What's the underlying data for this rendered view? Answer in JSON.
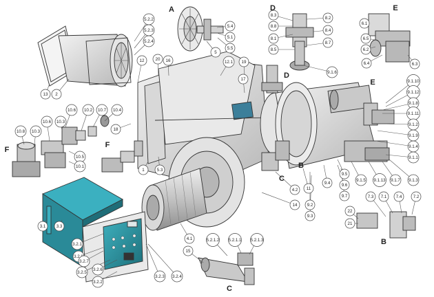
{
  "callouts": [
    {
      "id": "c-13",
      "text": "13"
    },
    {
      "id": "c-2",
      "text": "2"
    },
    {
      "id": "c-5.2.2",
      "text": "5.2.2"
    },
    {
      "id": "c-5.2.3",
      "text": "5.2.3"
    },
    {
      "id": "c-5.2.4",
      "text": "5.2.4"
    },
    {
      "id": "c-12",
      "text": "12"
    },
    {
      "id": "c-20",
      "text": "20"
    },
    {
      "id": "c-16",
      "text": "16"
    },
    {
      "id": "c-5.4",
      "text": "5.4"
    },
    {
      "id": "c-5.1",
      "text": "5.1"
    },
    {
      "id": "c-5.5",
      "text": "5.5"
    },
    {
      "id": "c-5",
      "text": "5"
    },
    {
      "id": "c-12.1",
      "text": "12.1"
    },
    {
      "id": "c-19",
      "text": "19"
    },
    {
      "id": "c-17",
      "text": "17"
    },
    {
      "id": "c-8.3",
      "text": "8.3"
    },
    {
      "id": "c-8.8",
      "text": "8.8"
    },
    {
      "id": "c-8.1",
      "text": "8.1"
    },
    {
      "id": "c-8.5",
      "text": "8.5"
    },
    {
      "id": "c-8.2",
      "text": "8.2"
    },
    {
      "id": "c-8.4",
      "text": "8.4"
    },
    {
      "id": "c-8.7",
      "text": "8.7"
    },
    {
      "id": "c-9.1.6",
      "text": "9.1.6"
    },
    {
      "id": "c-6.1",
      "text": "6.1"
    },
    {
      "id": "c-6.5",
      "text": "6.5"
    },
    {
      "id": "c-6.2",
      "text": "6.2"
    },
    {
      "id": "c-6.4",
      "text": "6.4"
    },
    {
      "id": "c-6.3",
      "text": "6.3"
    },
    {
      "id": "c-9.1.10",
      "text": "9.1.10"
    },
    {
      "id": "c-9.1.12",
      "text": "9.1.12"
    },
    {
      "id": "c-9.1.8",
      "text": "9.1.8"
    },
    {
      "id": "c-9.1.11",
      "text": "9.1.11"
    },
    {
      "id": "c-9.1.2",
      "text": "9.1.2"
    },
    {
      "id": "c-9.1.9",
      "text": "9.1.9"
    },
    {
      "id": "c-9.1.4",
      "text": "9.1.4"
    },
    {
      "id": "c-9.1.1",
      "text": "9.1.1"
    },
    {
      "id": "c-9.1.3",
      "text": "9.1.3"
    },
    {
      "id": "c-9.1.7",
      "text": "9.1.7"
    },
    {
      "id": "c-9.1.13",
      "text": "9.1.13"
    },
    {
      "id": "c-9.1.5",
      "text": "9.1.5"
    },
    {
      "id": "c-9.5",
      "text": "9.5"
    },
    {
      "id": "c-9.6",
      "text": "9.6"
    },
    {
      "id": "c-9.7",
      "text": "9.7"
    },
    {
      "id": "c-9.4",
      "text": "9.4"
    },
    {
      "id": "c-9.2",
      "text": "9.2"
    },
    {
      "id": "c-9.3",
      "text": "9.3"
    },
    {
      "id": "c-11",
      "text": "11"
    },
    {
      "id": "c-4.2",
      "text": "4.2"
    },
    {
      "id": "c-14",
      "text": "14"
    },
    {
      "id": "c-18",
      "text": "18"
    },
    {
      "id": "c-1",
      "text": "1"
    },
    {
      "id": "c-5.3",
      "text": "5.3"
    },
    {
      "id": "c-10.6a",
      "text": "10.6"
    },
    {
      "id": "c-10.2",
      "text": "10.2"
    },
    {
      "id": "c-10.7",
      "text": "10.7"
    },
    {
      "id": "c-10.4",
      "text": "10.4"
    },
    {
      "id": "c-10.8",
      "text": "10.8"
    },
    {
      "id": "c-10.3a",
      "text": "10.3"
    },
    {
      "id": "c-10.6b",
      "text": "10.6"
    },
    {
      "id": "c-10.3b",
      "text": "10.3"
    },
    {
      "id": "c-10.5",
      "text": "10.5"
    },
    {
      "id": "c-10.1",
      "text": "10.1"
    },
    {
      "id": "c-22",
      "text": "22"
    },
    {
      "id": "c-21",
      "text": "21"
    },
    {
      "id": "c-7.3",
      "text": "7.3"
    },
    {
      "id": "c-7.1",
      "text": "7.1"
    },
    {
      "id": "c-7.4",
      "text": "7.4"
    },
    {
      "id": "c-7.2",
      "text": "7.2"
    },
    {
      "id": "c-3.1",
      "text": "3.1"
    },
    {
      "id": "c-3.3",
      "text": "3.3"
    },
    {
      "id": "c-3.2.1",
      "text": "3.2.1"
    },
    {
      "id": "c-3.2.8",
      "text": "3.2.8"
    },
    {
      "id": "c-3.2.7",
      "text": "3.2.7"
    },
    {
      "id": "c-3.2.5",
      "text": "3.2.5"
    },
    {
      "id": "c-3.2.6",
      "text": "3.2.6"
    },
    {
      "id": "c-3.2.2",
      "text": "3.2.2"
    },
    {
      "id": "c-3.2.3",
      "text": "3.2.3"
    },
    {
      "id": "c-3.2.4",
      "text": "3.2.4"
    },
    {
      "id": "c-4.1",
      "text": "4.1"
    },
    {
      "id": "c-15",
      "text": "15"
    },
    {
      "id": "c-5.2.1.2",
      "text": "5.2.1.2"
    },
    {
      "id": "c-5.2.1.1",
      "text": "5.2.1.1"
    },
    {
      "id": "c-5.2.1.3",
      "text": "5.2.1.3"
    }
  ],
  "detail_letters": [
    {
      "id": "A",
      "text": "A"
    },
    {
      "id": "D-top",
      "text": "D"
    },
    {
      "id": "E-top",
      "text": "E"
    },
    {
      "id": "D-mid",
      "text": "D"
    },
    {
      "id": "E-mid",
      "text": "E"
    },
    {
      "id": "F-left",
      "text": "F"
    },
    {
      "id": "F-mid",
      "text": "F"
    },
    {
      "id": "B-mid",
      "text": "B"
    },
    {
      "id": "C-mid",
      "text": "C"
    },
    {
      "id": "B-right",
      "text": "B"
    },
    {
      "id": "C-bottom",
      "text": "C"
    }
  ],
  "colors": {
    "metal": "#dcdcdc",
    "metal_dark": "#9a9a9a",
    "panel_blue": "#2f9aa8",
    "panel_blue_dark": "#1d6f7a",
    "valve_grey": "#bdbdbd",
    "motor_grey": "#c8c8c8",
    "line": "#333333"
  }
}
